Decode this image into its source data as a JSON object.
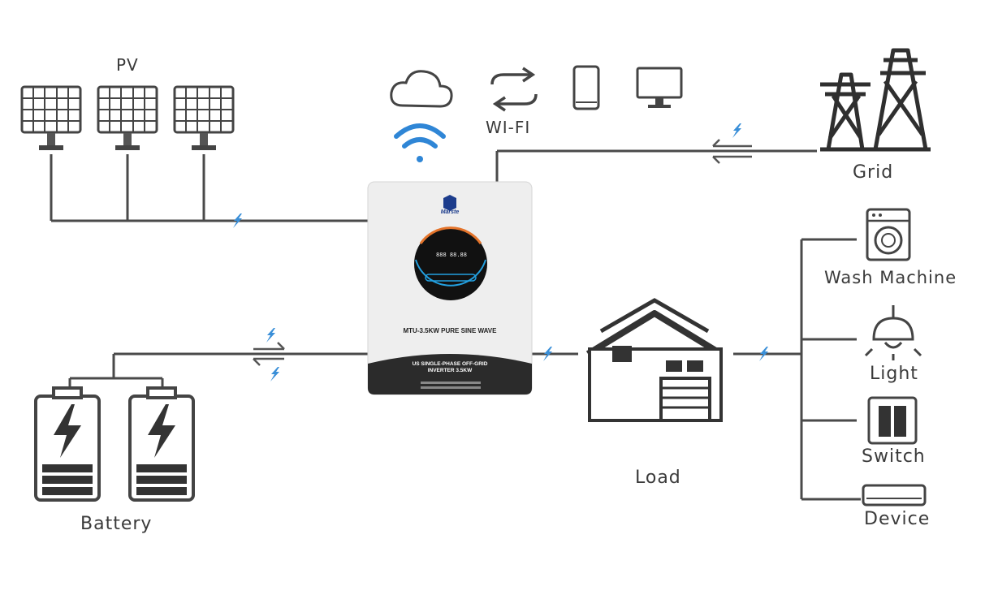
{
  "labels": {
    "pv": "PV",
    "wifi": "WI-FI",
    "grid": "Grid",
    "wash_machine": "Wash Machine",
    "light": "Light",
    "switch": "Switch",
    "device": "Device",
    "load": "Load",
    "battery": "Battery"
  },
  "inverter": {
    "brand": "Marste",
    "screen_text": "888 88.88",
    "model_title": "MTU-3.5KW PURE SINE WAVE",
    "subtitle_line1": "US SINGLE-PHASE OFF-GRID",
    "subtitle_line2": "INVERTER 3.5KW"
  },
  "colors": {
    "line": "#4a4a4a",
    "accent_blue": "#3a8fd8",
    "inverter_dark": "#2b2b2b",
    "inverter_body": "#eeeeee"
  },
  "icons": [
    "solar-panel-icon",
    "cloud-icon",
    "wifi-signal-icon",
    "sync-arrows-icon",
    "phone-icon",
    "monitor-icon",
    "power-tower-icon",
    "washing-machine-icon",
    "light-bulb-icon",
    "switch-icon",
    "air-conditioner-icon",
    "house-icon",
    "battery-icon",
    "lightning-bolt-icon"
  ]
}
